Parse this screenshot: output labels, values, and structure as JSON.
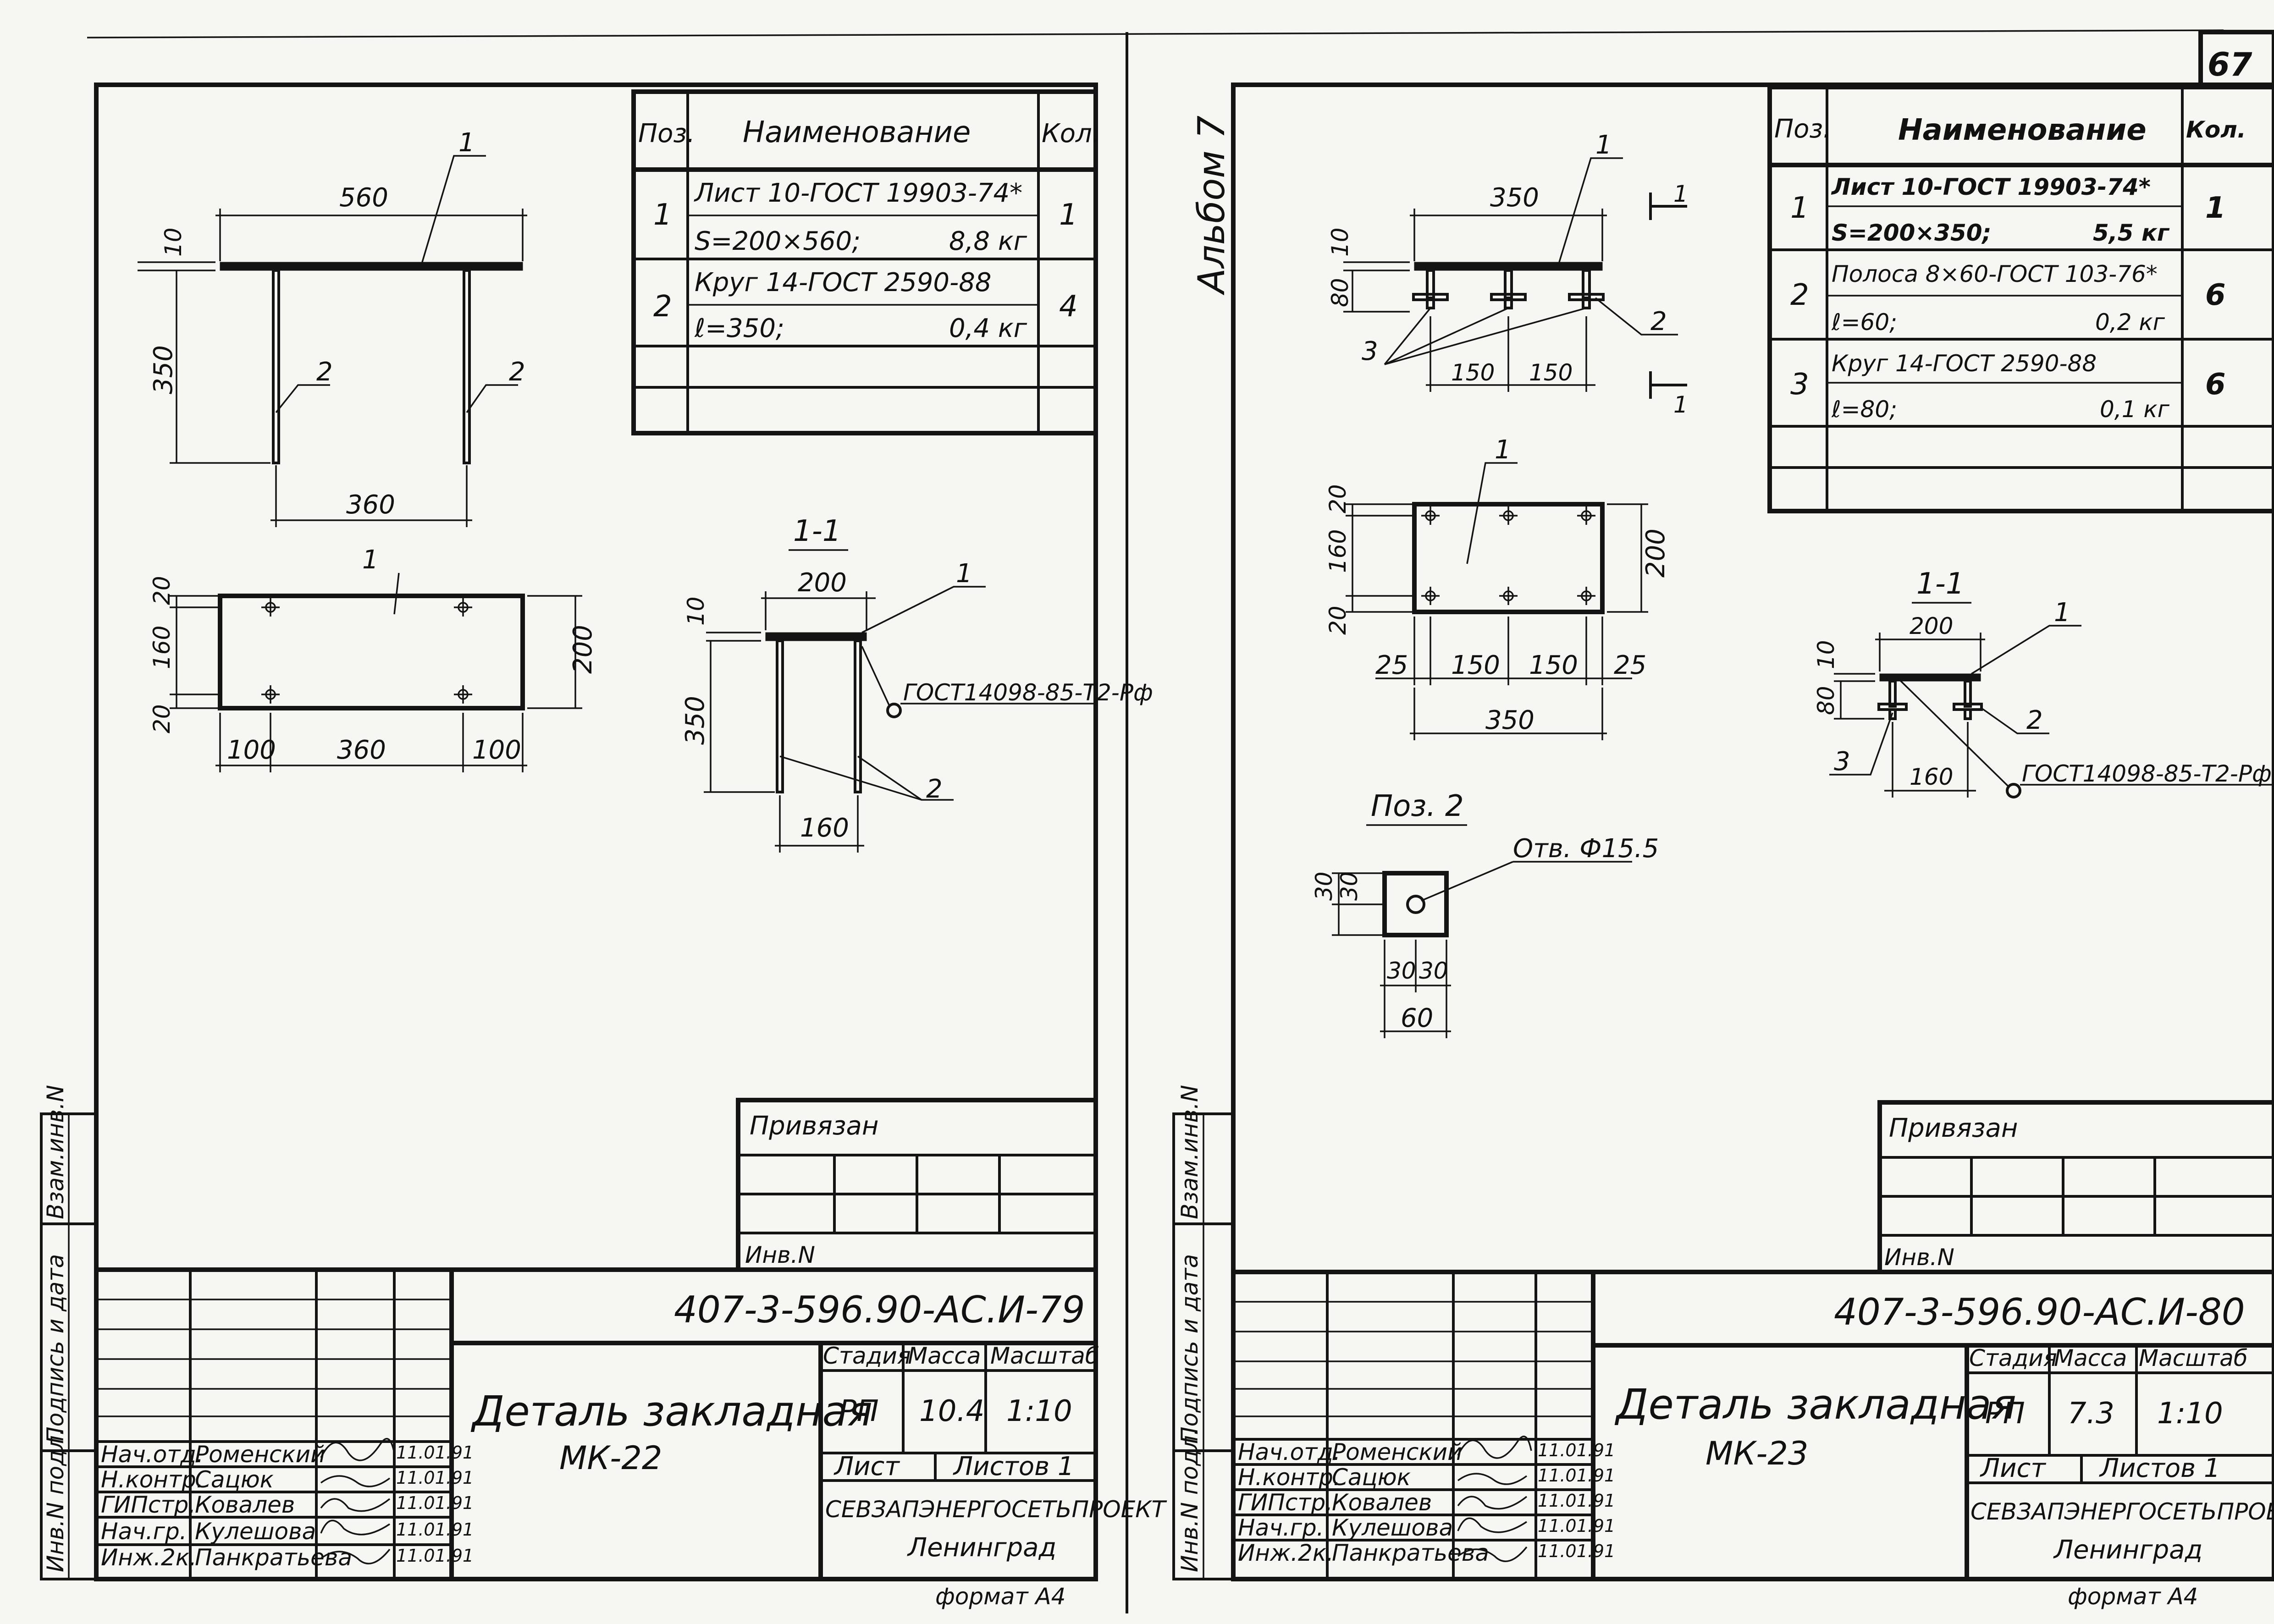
{
  "page": {
    "page_number": "67",
    "album_label": "Альбом 7"
  },
  "common": {
    "side_stamp": [
      "Инв.N подл.",
      "Подпись и дата",
      "Взам.инв.N"
    ],
    "table_headers": {
      "pos": "Поз.",
      "name": "Наименование",
      "qty_left": "Кол.",
      "qty_right": "Кол."
    },
    "privyazan": "Привязан",
    "inv_n": "Инв.N",
    "stage_header": "Стадия",
    "mass_header": "Масса",
    "scale_header": "Масштаб",
    "sheet_label": "Лист",
    "sheets_label": "Листов 1",
    "org": "СЕВЗАПЭНЕРГОСЕТЬПРОЕКТ",
    "city": "Ленинград",
    "format": "формат А4",
    "roles": [
      "Нач.отд.",
      "Н.контр.",
      "ГИПстр.",
      "Нач.гр.",
      "Инж.2к."
    ],
    "people": [
      "Роменский",
      "Сацюк",
      "Ковалев",
      "Кулешова",
      "Панкратьева"
    ],
    "date": "11.01.91",
    "weld_ref": "ГОСТ14098-85-Т2-Рф"
  },
  "left": {
    "code": "407-3-596.90-АС.И-79",
    "title": "Деталь закладная",
    "mark": "МК-22",
    "stage": "РП",
    "mass": "10.4",
    "scale": "1:10",
    "spec": [
      {
        "pos": "1",
        "line1": "Лист 10-ГОСТ 19903-74*",
        "line2": "S=200×560;",
        "mass": "8,8 кг",
        "qty": "1"
      },
      {
        "pos": "2",
        "line1": "Круг 14-ГОСТ 2590-88",
        "line2": "ℓ=350;",
        "mass": "0,4 кг",
        "qty": "4"
      }
    ],
    "dims": {
      "plate_len": "560",
      "plate_t": "10",
      "rod_len": "350",
      "rod_span": "360",
      "plan_edge": "20",
      "plan_mid": "160",
      "plan_w": "200",
      "plan_end": "100",
      "sec_w": "200",
      "sec_span": "160"
    },
    "section_label": "1-1",
    "callouts": {
      "plate": "1",
      "rod": "2"
    }
  },
  "right": {
    "code": "407-3-596.90-АС.И-80",
    "title": "Деталь закладная",
    "mark": "МК-23",
    "stage": "РП",
    "mass": "7.3",
    "scale": "1:10",
    "spec": [
      {
        "pos": "1",
        "line1": "Лист 10-ГОСТ 19903-74*",
        "line2": "S=200×350;",
        "mass": "5,5 кг",
        "qty": "1"
      },
      {
        "pos": "2",
        "line1": "Полоса 8×60-ГОСТ 103-76*",
        "line2": "ℓ=60;",
        "mass": "0,2 кг",
        "qty": "6"
      },
      {
        "pos": "3",
        "line1": "Круг 14-ГОСТ 2590-88",
        "line2": "ℓ=80;",
        "mass": "0,1 кг",
        "qty": "6"
      }
    ],
    "dims": {
      "plate_len": "350",
      "plate_t": "10",
      "rod_len": "80",
      "pitch": "150",
      "plan_edge": "20",
      "plan_mid": "160",
      "plan_w": "200",
      "plan_end": "25",
      "plan_total": "350",
      "sec_w": "200",
      "sec_span": "160",
      "pad": "30",
      "pad_w": "60"
    },
    "section_label": "1-1",
    "section_mark": "1",
    "pos2_label": "Поз. 2",
    "hole_label": "Отв. Ф15.5",
    "callouts": {
      "plate": "1",
      "strip": "2",
      "rod": "3"
    }
  }
}
